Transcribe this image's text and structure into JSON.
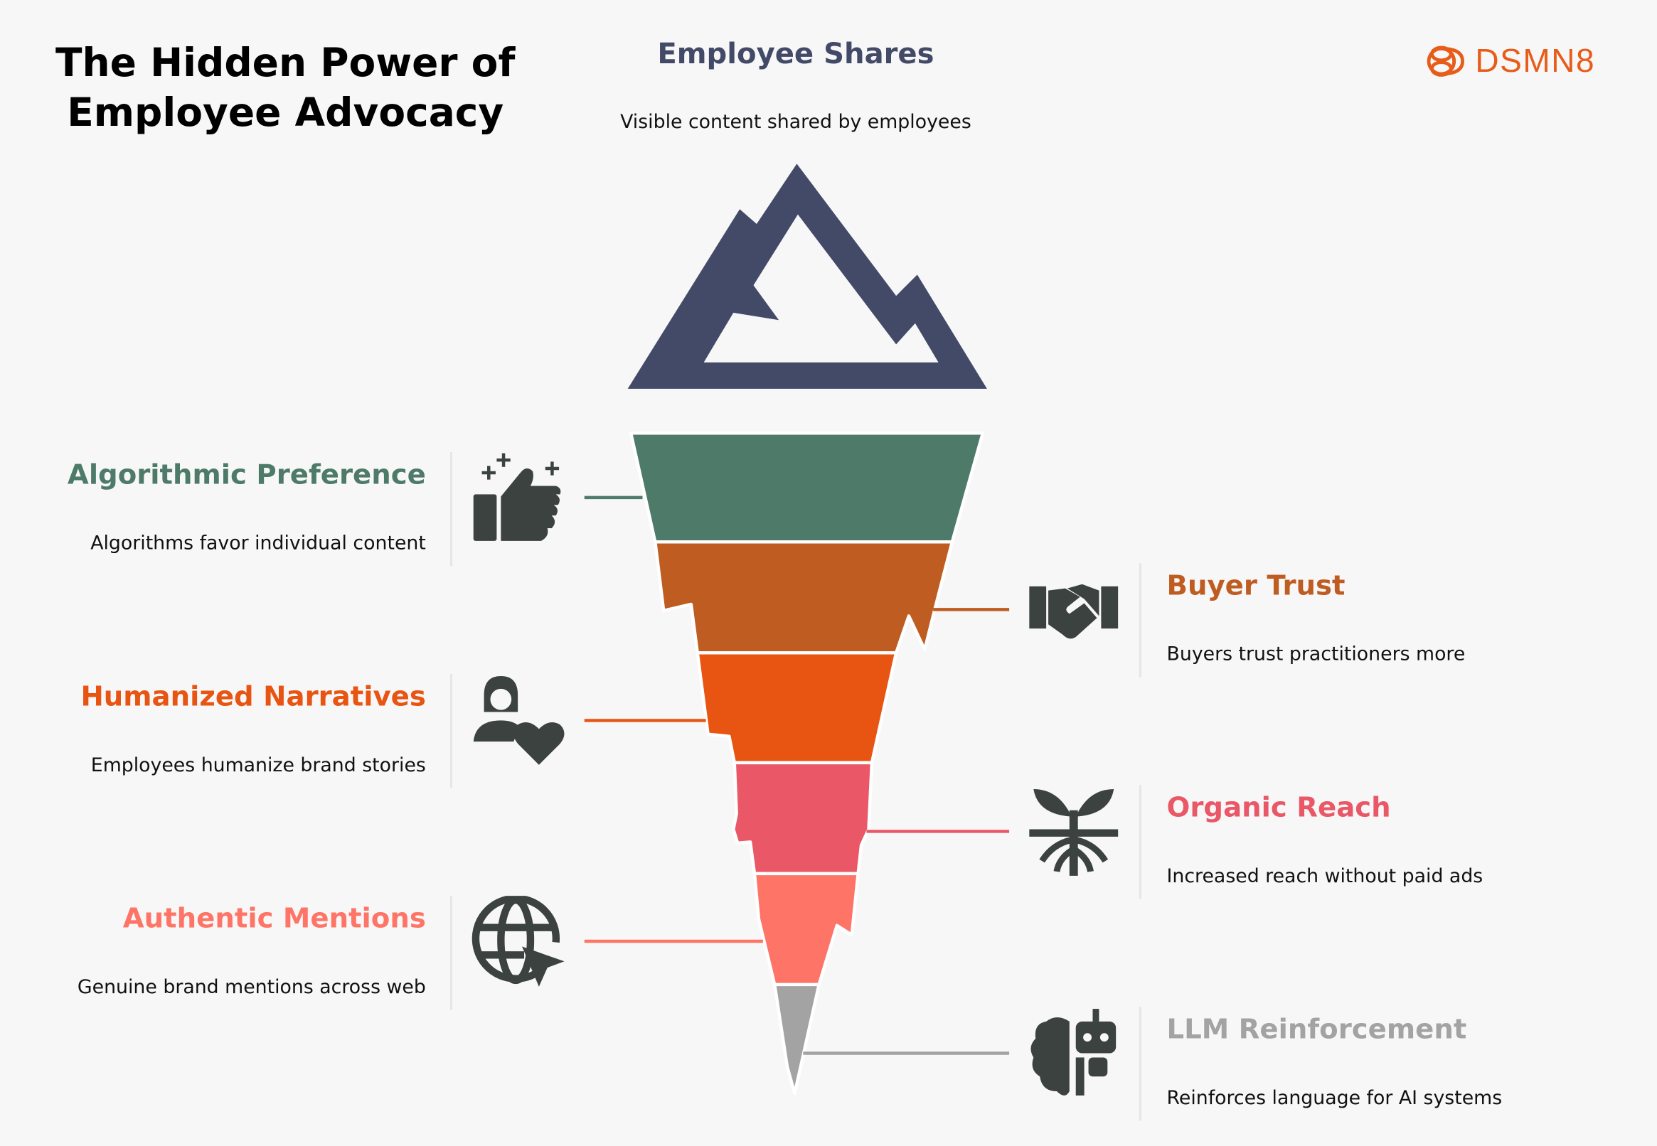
{
  "title_lines": [
    "The Hidden Power of",
    "Employee Advocacy"
  ],
  "top": {
    "title": "Employee Shares",
    "description": "Visible content shared by employees"
  },
  "logo": {
    "text": "DSMN8",
    "color": "#e85c19"
  },
  "layers": [
    {
      "title": "Algorithmic Preference",
      "description": "Algorithms favor individual content",
      "color": "#4e7a69",
      "side": "left",
      "icon": "thumbs-up-sparkle-icon"
    },
    {
      "title": "Buyer Trust",
      "description": "Buyers trust practitioners more",
      "color": "#bf5c21",
      "side": "right",
      "icon": "handshake-icon"
    },
    {
      "title": "Humanized Narratives",
      "description": "Employees humanize brand stories",
      "color": "#e85411",
      "side": "left",
      "icon": "person-heart-icon"
    },
    {
      "title": "Organic Reach",
      "description": "Increased reach without paid ads",
      "color": "#ea5766",
      "side": "right",
      "icon": "sprout-roots-icon"
    },
    {
      "title": "Authentic Mentions",
      "description": "Genuine brand mentions across web",
      "color": "#fe7466",
      "side": "left",
      "icon": "globe-cursor-icon"
    },
    {
      "title": "LLM Reinforcement",
      "description": "Reinforces language for AI systems",
      "color": "#a3a3a3",
      "side": "right",
      "icon": "brain-robot-icon"
    }
  ],
  "colors": {
    "mountain": "#434a68",
    "icon": "#3c4240",
    "background": "#f7f7f7"
  }
}
